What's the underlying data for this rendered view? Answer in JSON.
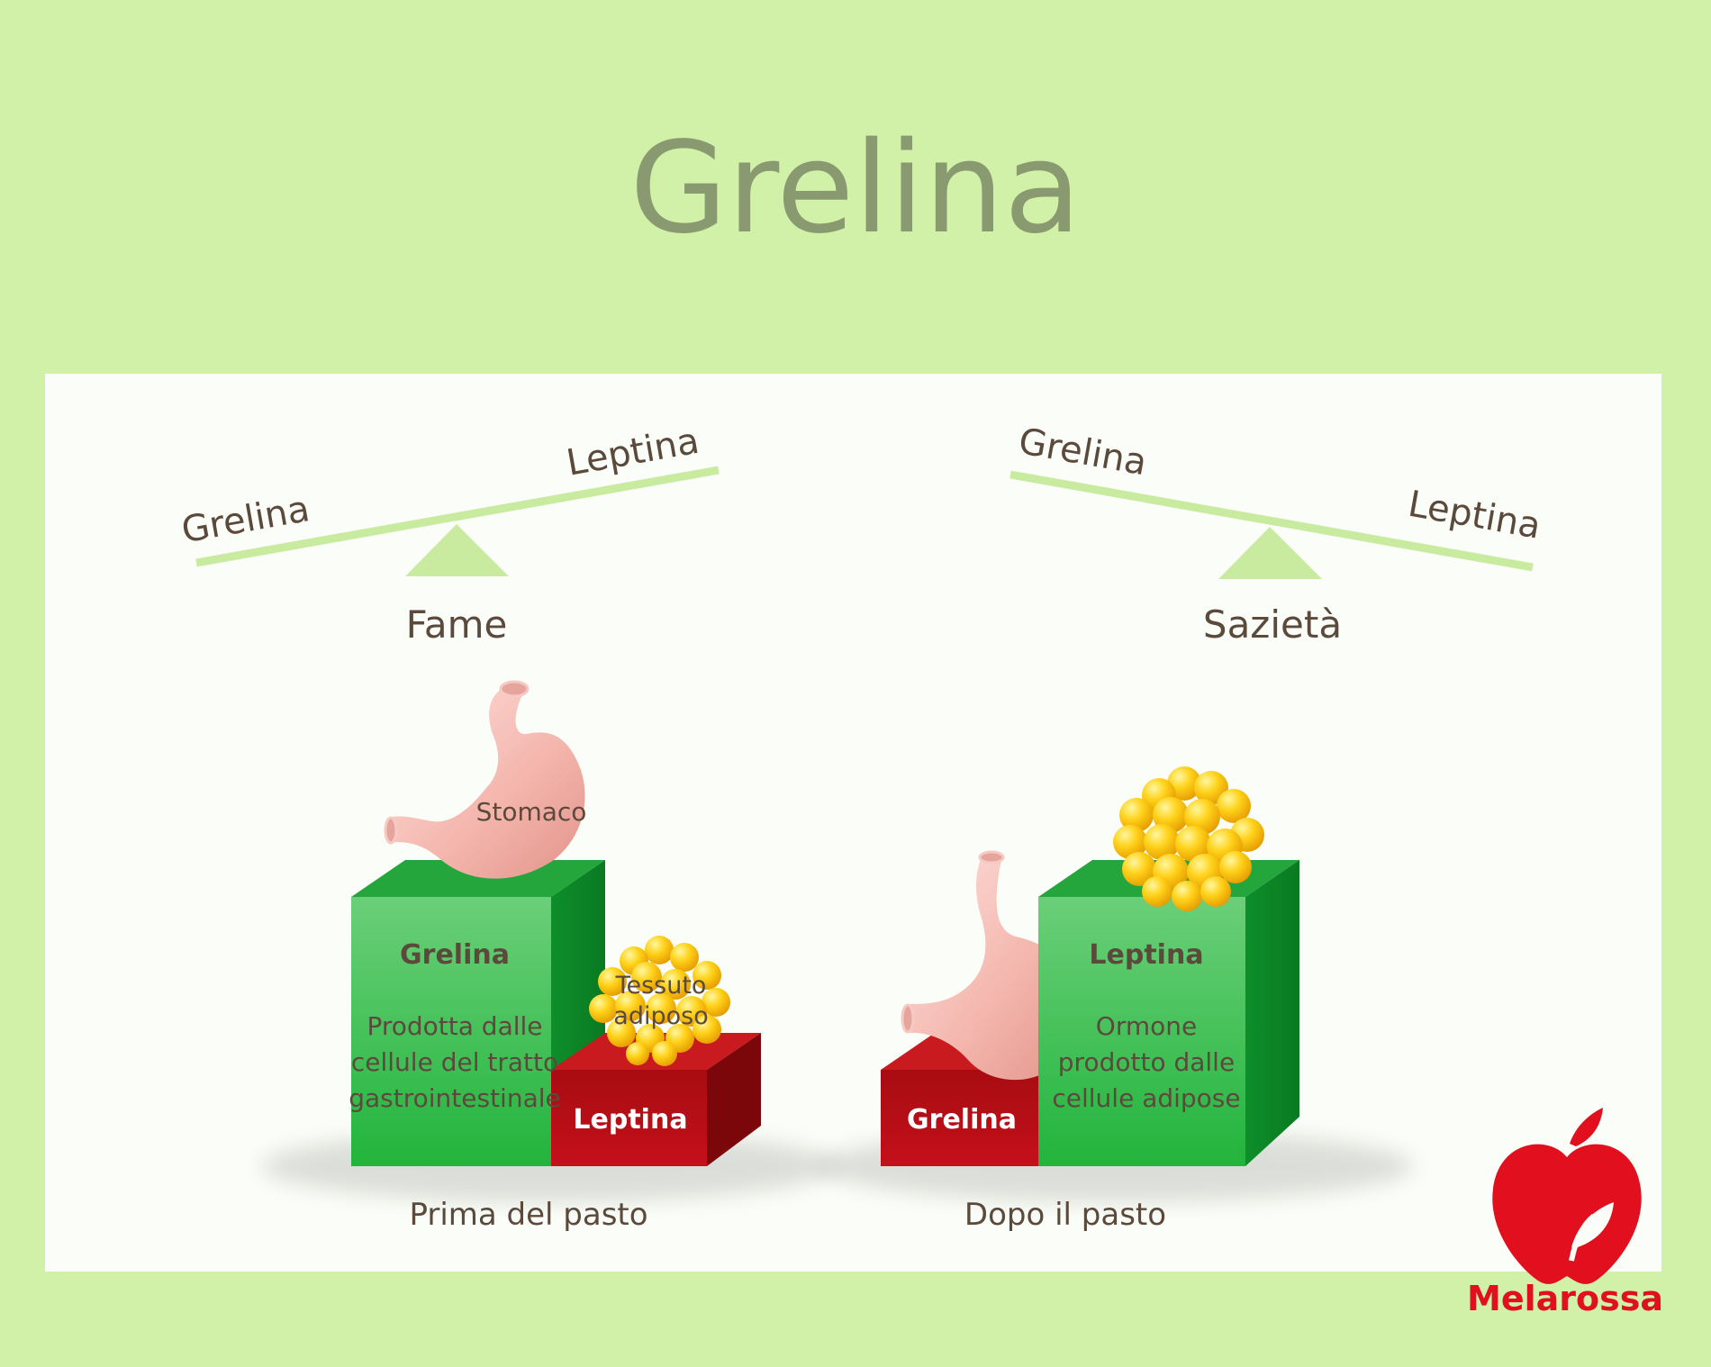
{
  "title": "Grelina",
  "left_scale": {
    "low_side_label": "Grelina",
    "high_side_label": "Leptina",
    "state": "Fame"
  },
  "right_scale": {
    "high_side_label": "Grelina",
    "low_side_label": "Leptina",
    "state": "Sazietà"
  },
  "before_meal": {
    "caption": "Prima del pasto",
    "stomach_label": "Stomaco",
    "tall_block": {
      "name": "Grelina",
      "desc_lines": [
        "Prodotta dalle",
        "cellule del tratto",
        "gastrointestinale"
      ]
    },
    "adipose_label_lines": [
      "Tessuto",
      "adiposo"
    ],
    "short_block": {
      "name": "Leptina"
    }
  },
  "after_meal": {
    "caption": "Dopo il pasto",
    "short_block": {
      "name": "Grelina"
    },
    "tall_block": {
      "name": "Leptina",
      "desc_lines": [
        "Ormone",
        "prodotto dalle",
        "cellule adipose"
      ]
    }
  },
  "brand": {
    "name": "Melarossa",
    "color": "#e2101e"
  },
  "colors": {
    "background": "#d1f0a8",
    "scale": "#c8eba0",
    "block_green": "#3dc257",
    "block_red": "#b80d14",
    "label_text": "#5b4a3c"
  }
}
